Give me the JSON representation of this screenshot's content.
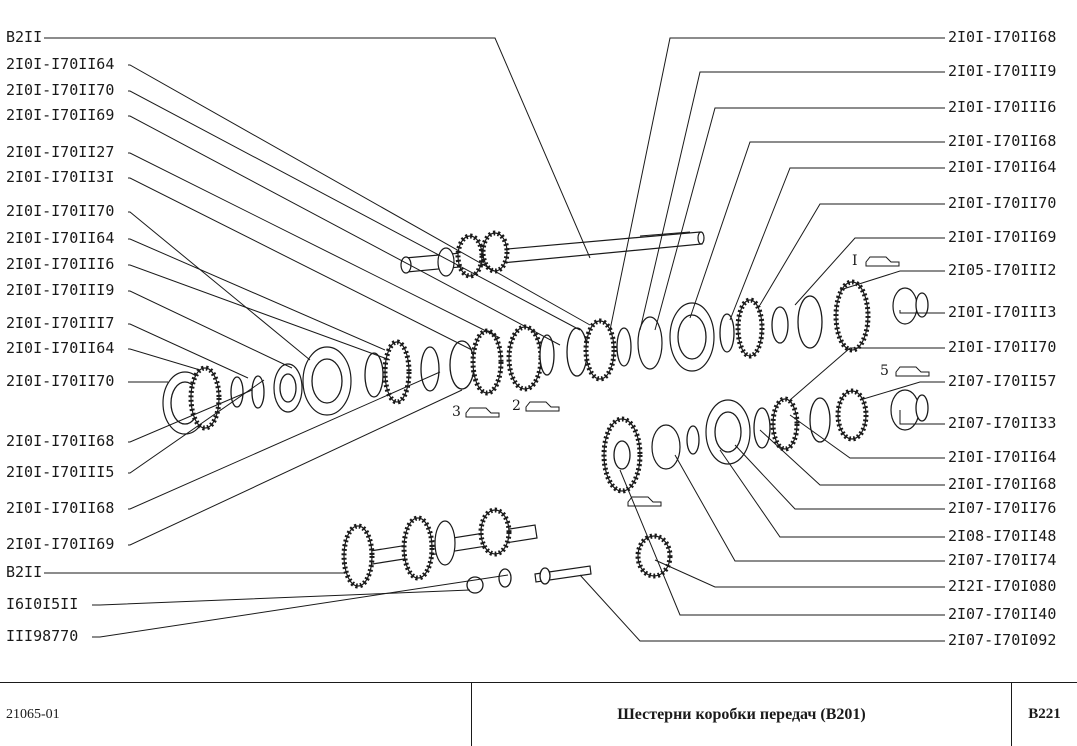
{
  "left_callouts": [
    {
      "id": "l1",
      "label": "B2II"
    },
    {
      "id": "l2",
      "label": "2I0I-I70II64"
    },
    {
      "id": "l3",
      "label": "2I0I-I70II70"
    },
    {
      "id": "l4",
      "label": "2I0I-I70II69"
    },
    {
      "id": "l5",
      "label": "2I0I-I70II27"
    },
    {
      "id": "l6",
      "label": "2I0I-I70II3I"
    },
    {
      "id": "l7",
      "label": "2I0I-I70II70"
    },
    {
      "id": "l8",
      "label": "2I0I-I70II64"
    },
    {
      "id": "l9",
      "label": "2I0I-I70III6"
    },
    {
      "id": "l10",
      "label": "2I0I-I70III9"
    },
    {
      "id": "l11",
      "label": "2I0I-I70III7"
    },
    {
      "id": "l12",
      "label": "2I0I-I70II64"
    },
    {
      "id": "l13",
      "label": "2I0I-I70II70"
    },
    {
      "id": "l14",
      "label": "2I0I-I70II68"
    },
    {
      "id": "l15",
      "label": "2I0I-I70III5"
    },
    {
      "id": "l16",
      "label": "2I0I-I70II68"
    },
    {
      "id": "l17",
      "label": "2I0I-I70II69"
    },
    {
      "id": "l18",
      "label": "B2II"
    },
    {
      "id": "l19",
      "label": "I6I0I5II"
    },
    {
      "id": "l20",
      "label": "III98770"
    }
  ],
  "right_callouts": [
    {
      "id": "r1",
      "label": "2I0I-I70II68"
    },
    {
      "id": "r2",
      "label": "2I0I-I70III9"
    },
    {
      "id": "r3",
      "label": "2I0I-I70III6"
    },
    {
      "id": "r4",
      "label": "2I0I-I70II68"
    },
    {
      "id": "r5",
      "label": "2I0I-I70II64"
    },
    {
      "id": "r6",
      "label": "2I0I-I70II70"
    },
    {
      "id": "r7",
      "label": "2I0I-I70II69"
    },
    {
      "id": "r8",
      "label": "2I05-I70III2"
    },
    {
      "id": "r9",
      "label": "2I0I-I70III3"
    },
    {
      "id": "r10",
      "label": "2I0I-I70II70"
    },
    {
      "id": "r11",
      "label": "2I07-I70II57"
    },
    {
      "id": "r12",
      "label": "2I07-I70II33"
    },
    {
      "id": "r13",
      "label": "2I0I-I70II64"
    },
    {
      "id": "r14",
      "label": "2I0I-I70II68"
    },
    {
      "id": "r15",
      "label": "2I07-I70II76"
    },
    {
      "id": "r16",
      "label": "2I08-I70II48"
    },
    {
      "id": "r17",
      "label": "2I07-I70II74"
    },
    {
      "id": "r18",
      "label": "2I2I-I70I080"
    },
    {
      "id": "r19",
      "label": "2I07-I70II40"
    },
    {
      "id": "r20",
      "label": "2I07-I70I092"
    }
  ],
  "vehicle_counts": [
    {
      "id": "c1",
      "label": "I"
    },
    {
      "id": "c2",
      "label": "5"
    },
    {
      "id": "c3",
      "label": "3"
    },
    {
      "id": "c4",
      "label": "2"
    }
  ],
  "title_block": {
    "code": "21065-01",
    "title": "Шестерни коробки передач (В201)",
    "sheet": "В221"
  }
}
